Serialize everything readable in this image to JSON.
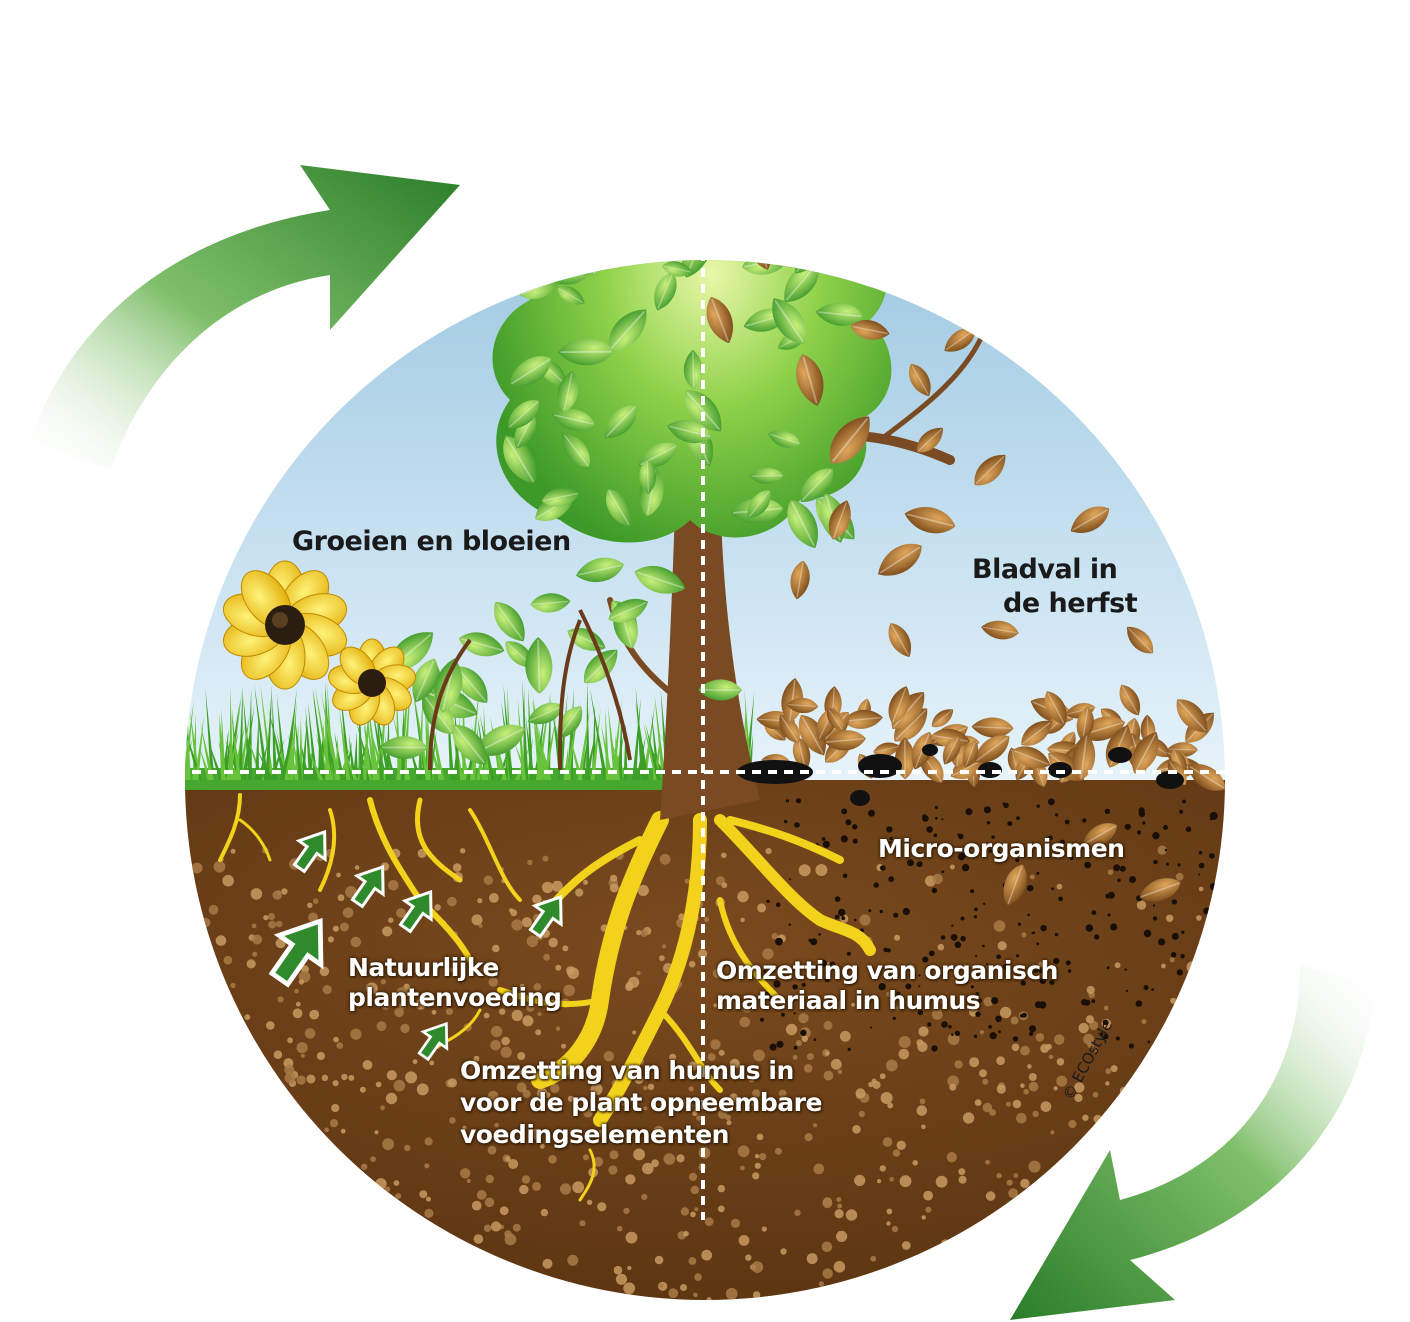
{
  "labels": {
    "grow": "Groeien en bloeien",
    "leaffall_1": "Bladval in",
    "leaffall_2": "de herfst",
    "microbes": "Micro-organismen",
    "organic_1": "Omzetting van organisch",
    "organic_2": "materiaal in humus",
    "nutrition_1": "Natuurlijke",
    "nutrition_2": "plantenvoeding",
    "humus_1": "Omzetting van humus in",
    "humus_2": "voor de plant opneembare",
    "humus_3": "voedingselementen"
  },
  "copyright": "© ECOstyle",
  "colors": {
    "sky": "#bcdcee",
    "grass": "#3fa82a",
    "soil": "#6a3e17",
    "soil_light": "#8a5a2a",
    "root": "#f2d21a",
    "leaf_green": "#5cc23a",
    "leaf_brown": "#a9702d",
    "arrow": "#2f8a2c"
  }
}
